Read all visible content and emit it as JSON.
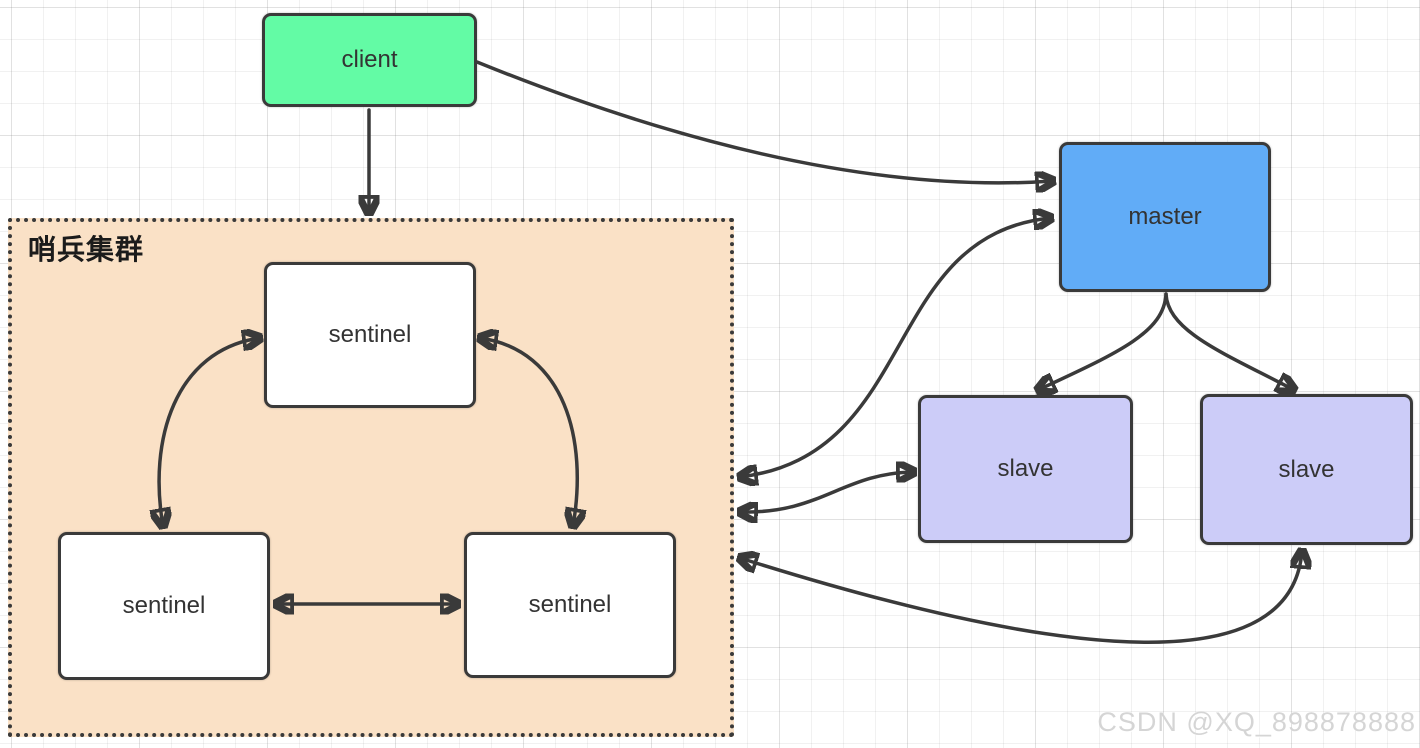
{
  "diagram": {
    "title_none": "",
    "cluster": {
      "label": "哨兵集群",
      "fill": "#FAE1C6",
      "border_style": "dotted"
    },
    "nodes": {
      "client": {
        "label": "client",
        "fill": "#63FBA5"
      },
      "master": {
        "label": "master",
        "fill": "#61ACF7"
      },
      "slave_left": {
        "label": "slave",
        "fill": "#CCCCF8"
      },
      "slave_right": {
        "label": "slave",
        "fill": "#CCCCF8"
      },
      "sentinel_top": {
        "label": "sentinel",
        "fill": "#FFFFFF"
      },
      "sentinel_left": {
        "label": "sentinel",
        "fill": "#FFFFFF"
      },
      "sentinel_right": {
        "label": "sentinel",
        "fill": "#FFFFFF"
      }
    },
    "edges": [
      {
        "from": "client",
        "to": "sentinel_cluster",
        "arrows": "end"
      },
      {
        "from": "client",
        "to": "master",
        "arrows": "end"
      },
      {
        "from": "sentinel_cluster",
        "to": "master",
        "arrows": "both"
      },
      {
        "from": "sentinel_cluster",
        "to": "slave_left",
        "arrows": "both"
      },
      {
        "from": "master",
        "to": "slave_left",
        "arrows": "end"
      },
      {
        "from": "master",
        "to": "slave_right",
        "arrows": "end"
      },
      {
        "from": "slave_right",
        "to": "sentinel_cluster",
        "arrows": "both"
      },
      {
        "from": "sentinel_top",
        "to": "sentinel_left",
        "arrows": "both"
      },
      {
        "from": "sentinel_top",
        "to": "sentinel_right",
        "arrows": "both"
      },
      {
        "from": "sentinel_left",
        "to": "sentinel_right",
        "arrows": "both"
      }
    ],
    "stroke_color": "#3A3A3A"
  },
  "watermark": {
    "text": "CSDN @XQ_898878888",
    "color": "#D5D5D5"
  }
}
